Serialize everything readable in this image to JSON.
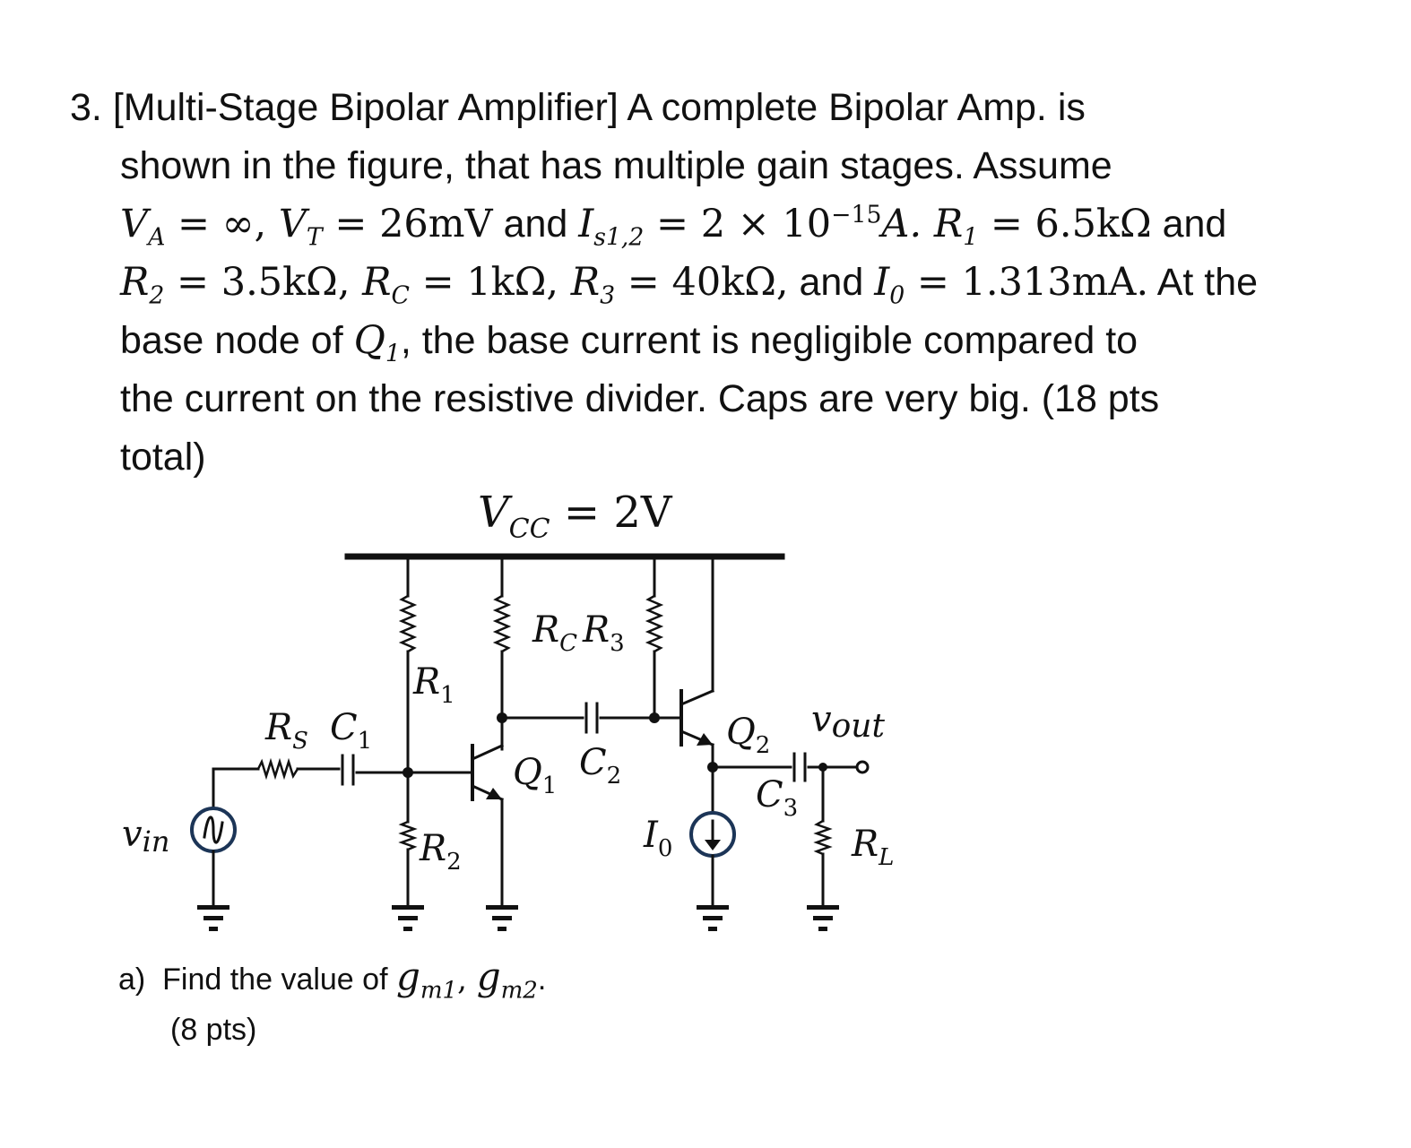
{
  "problem": {
    "number": "3.",
    "title": "[Multi-Stage Bipolar Amplifier]",
    "line1_rest": "A complete Bipolar Amp. is",
    "line2": "shown in the figure, that has multiple gain stages. Assume",
    "line3": {
      "va": "V",
      "va_sub": "A",
      "va_val": " = ∞, ",
      "vt": "V",
      "vt_sub": "T",
      "vt_val": " = 26mV",
      "and1": " and ",
      "is": "I",
      "is_sub": "s1,2",
      "is_val": " = 2 × 10",
      "is_exp": "−15",
      "is_unit": "A. ",
      "r1": "R",
      "r1_sub": "1",
      "r1_val": " = 6.5kΩ",
      "and2": " and"
    },
    "line4": {
      "r2": "R",
      "r2_sub": "2",
      "r2_val": " = 3.5kΩ, ",
      "rc": "R",
      "rc_sub": "C",
      "rc_val": " = 1kΩ, ",
      "r3": "R",
      "r3_sub": "3",
      "r3_val": " = 40kΩ,",
      "and": " and ",
      "io": "I",
      "io_sub": "0",
      "io_val": " = 1.313mA.",
      "tail": " At the"
    },
    "line5": {
      "pre": "base node of ",
      "q": "Q",
      "q_sub": "1",
      "post": ", the base current is negligible compared to"
    },
    "line6": "the current on the resistive divider. Caps are very big. (18 pts",
    "line7": "total)"
  },
  "circuit": {
    "vcc": {
      "sym": "V",
      "sub": "CC",
      "val": " = 2V"
    },
    "labels": {
      "rc": "R",
      "rc_sub": "C",
      "r3": "R",
      "r3_sub": "3",
      "r1": "R",
      "r1_sub": "1",
      "rs": "R",
      "rs_sub": "S",
      "c1": "C",
      "c1_sub": "1",
      "q1": "Q",
      "q1_sub": "1",
      "c2": "C",
      "c2_sub": "2",
      "q2": "Q",
      "q2_sub": "2",
      "vout": "v",
      "vout_sub": "out",
      "c3": "C",
      "c3_sub": "3",
      "vin": "v",
      "vin_sub": "in",
      "r2": "R",
      "r2_sub": "2",
      "io": "I",
      "io_sub": "0",
      "rl": "R",
      "rl_sub": "L"
    }
  },
  "part_a": {
    "label": "a)",
    "text": "Find the value of ",
    "g1": "g",
    "g1_sub": "m1",
    "sep": ", ",
    "g2": "g",
    "g2_sub": "m2",
    "end": ".",
    "pts": "(8 pts)"
  }
}
